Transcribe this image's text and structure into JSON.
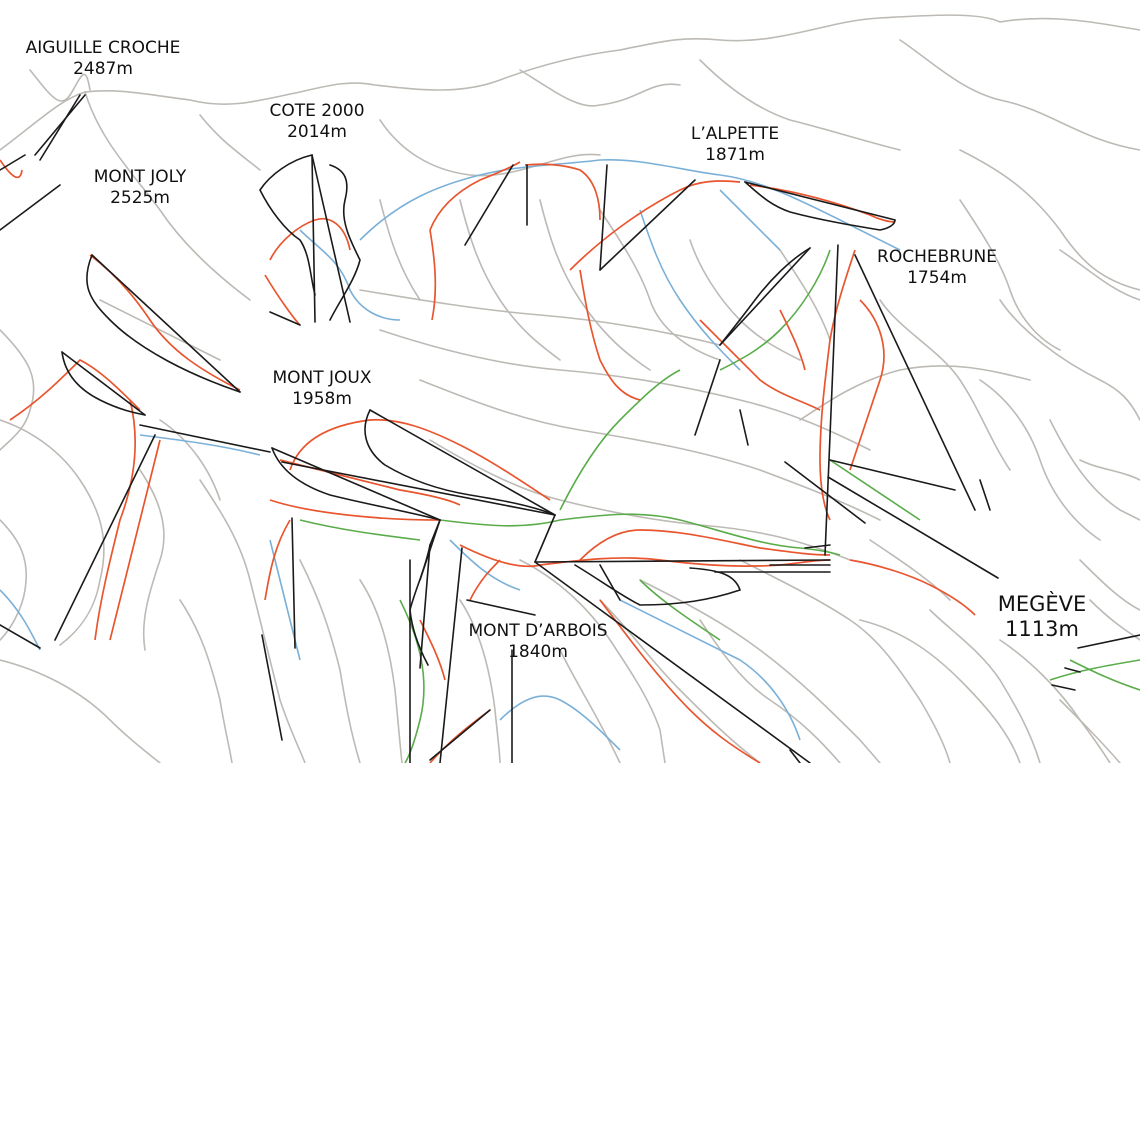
{
  "colors": {
    "terrain": "#bdbab5",
    "lift": "#1a1a1a",
    "red_run": "#e8552e",
    "blue_run": "#7ab0d8",
    "green_run": "#5aac4a"
  },
  "peaks": [
    {
      "id": "aiguille-croche",
      "name": "AIGUILLE CROCHE",
      "altitude": "2487m"
    },
    {
      "id": "mont-joly",
      "name": "MONT JOLY",
      "altitude": "2525m"
    },
    {
      "id": "cote-2000",
      "name": "COTE 2000",
      "altitude": "2014m"
    },
    {
      "id": "alpette",
      "name": "L’ALPETTE",
      "altitude": "1871m"
    },
    {
      "id": "rochebrune",
      "name": "ROCHEBRUNE",
      "altitude": "1754m"
    },
    {
      "id": "mont-joux",
      "name": "MONT JOUX",
      "altitude": "1958m"
    },
    {
      "id": "mont-darbois",
      "name": "MONT D’ARBOIS",
      "altitude": "1840m"
    },
    {
      "id": "megeve",
      "name": "MEGÈVE",
      "altitude": "1113m"
    }
  ]
}
